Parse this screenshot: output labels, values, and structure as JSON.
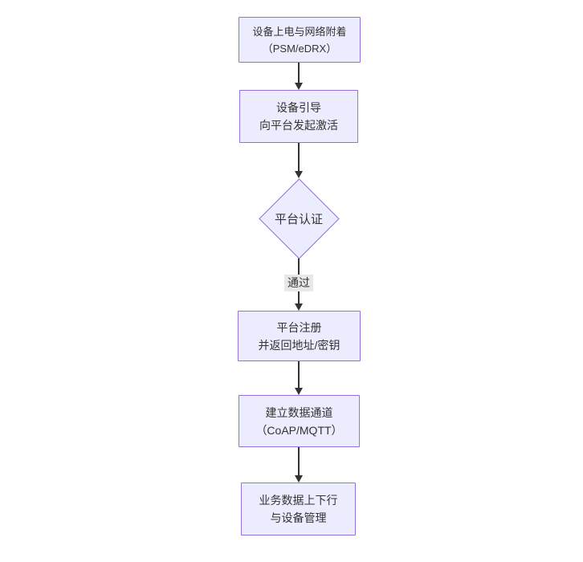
{
  "diagram": {
    "type": "flowchart",
    "direction": "top-down",
    "colors": {
      "background": "#ffffff",
      "node_fill": "#ECECFF",
      "node_border": "#9370DB",
      "text": "#333333",
      "edge": "#333333",
      "edge_label_bg": "#e8e8e8"
    },
    "nodes": [
      {
        "id": "power-attach",
        "shape": "rect",
        "lines": [
          "设备上电与网络附着",
          "（PSM/eDRX）"
        ]
      },
      {
        "id": "bootstrap",
        "shape": "rect",
        "lines": [
          "设备引导",
          "向平台发起激活"
        ]
      },
      {
        "id": "platform-auth",
        "shape": "diamond",
        "lines": [
          "平台认证"
        ]
      },
      {
        "id": "register",
        "shape": "rect",
        "lines": [
          "平台注册",
          "并返回地址/密钥"
        ]
      },
      {
        "id": "data-channel",
        "shape": "rect",
        "lines": [
          "建立数据通道",
          "（CoAP/MQTT）"
        ]
      },
      {
        "id": "business",
        "shape": "rect",
        "lines": [
          "业务数据上下行",
          "与设备管理"
        ]
      }
    ],
    "edges": [
      {
        "from": "power-attach",
        "to": "bootstrap",
        "label": ""
      },
      {
        "from": "bootstrap",
        "to": "platform-auth",
        "label": ""
      },
      {
        "from": "platform-auth",
        "to": "register",
        "label": "通过"
      },
      {
        "from": "register",
        "to": "data-channel",
        "label": ""
      },
      {
        "from": "data-channel",
        "to": "business",
        "label": ""
      }
    ]
  }
}
